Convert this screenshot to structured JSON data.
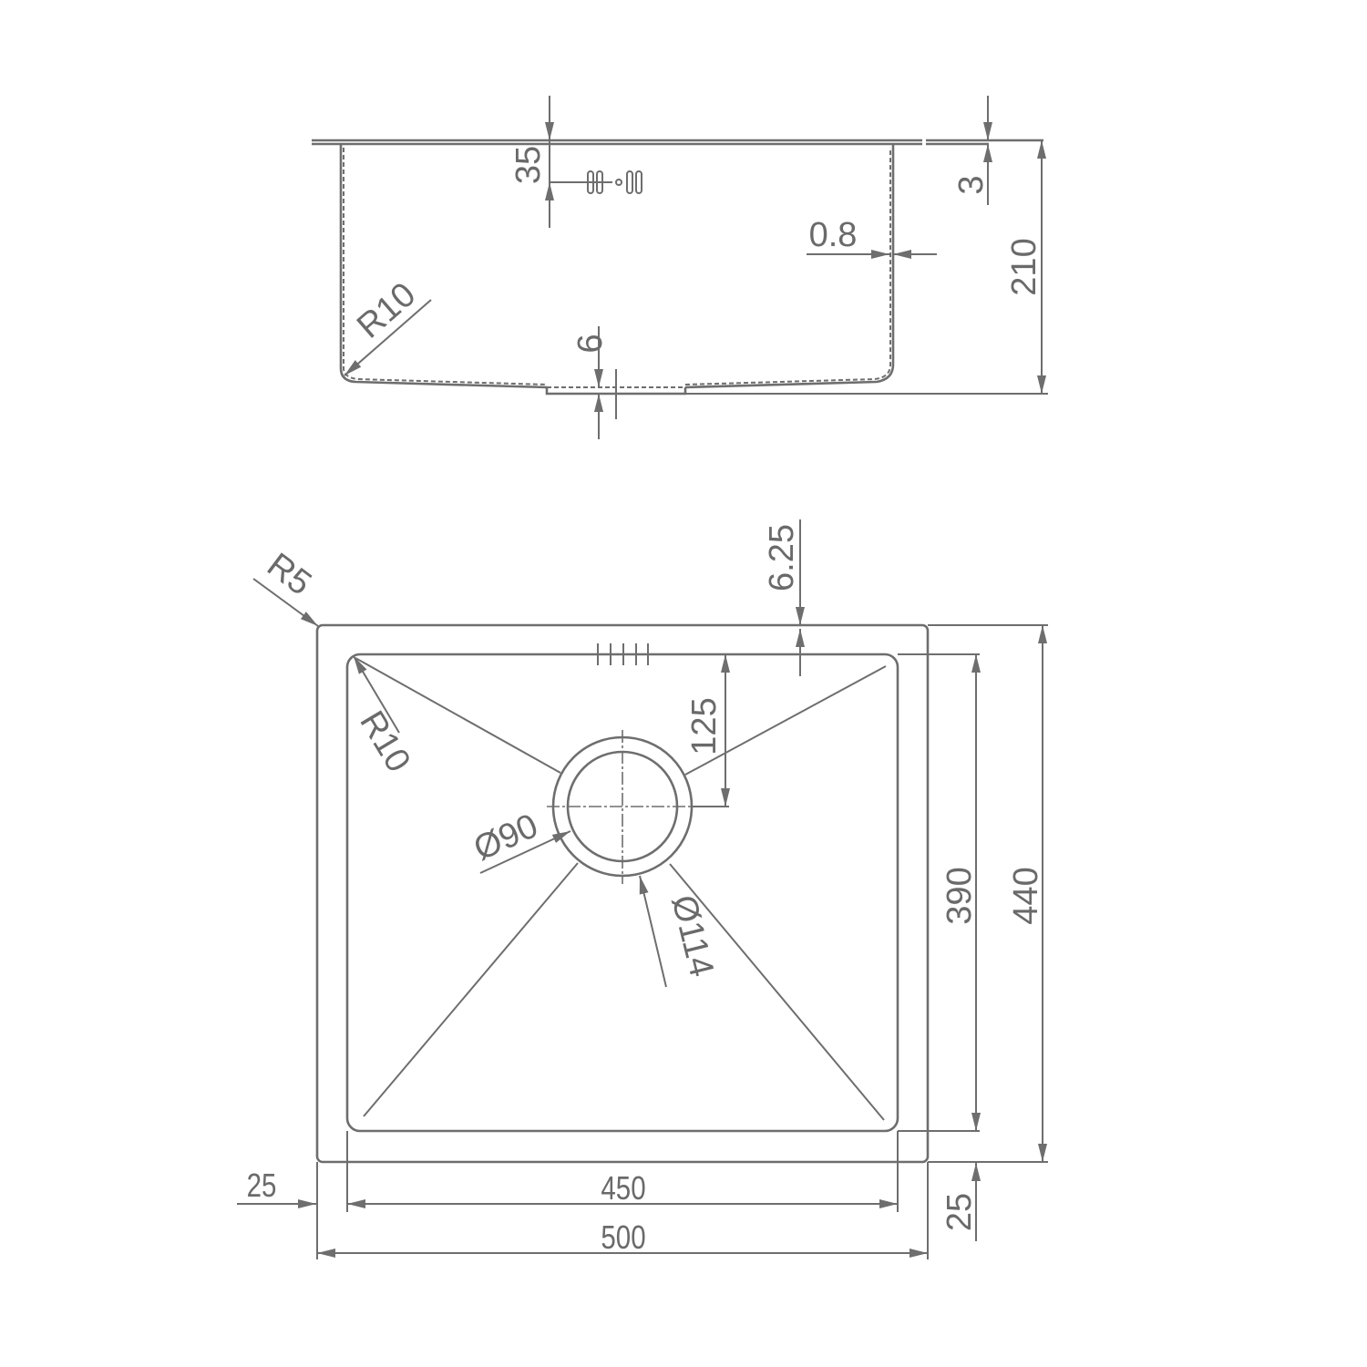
{
  "drawing": {
    "subject": "single bowl undermount sink",
    "line_color": "#6e6e6e",
    "text_color": "#6a6a6a"
  },
  "side_view": {
    "dimensions": {
      "flange_drop": "35",
      "rim_thickness": "3",
      "total_depth": "210",
      "wall_thickness": "0.8",
      "bottom_radius": "R10",
      "drain_recess": "6"
    }
  },
  "top_view": {
    "dimensions": {
      "corner_radius_outer": "R5",
      "corner_radius_inner": "R10",
      "rim_offset": "6.25",
      "drain_offset_from_back": "125",
      "drain_inner_diameter": "Ø90",
      "drain_outer_diameter": "Ø114",
      "inner_length": "390",
      "outer_length": "440",
      "inner_width": "450",
      "outer_width": "500",
      "left_margin": "25",
      "bottom_margin": "25"
    }
  }
}
